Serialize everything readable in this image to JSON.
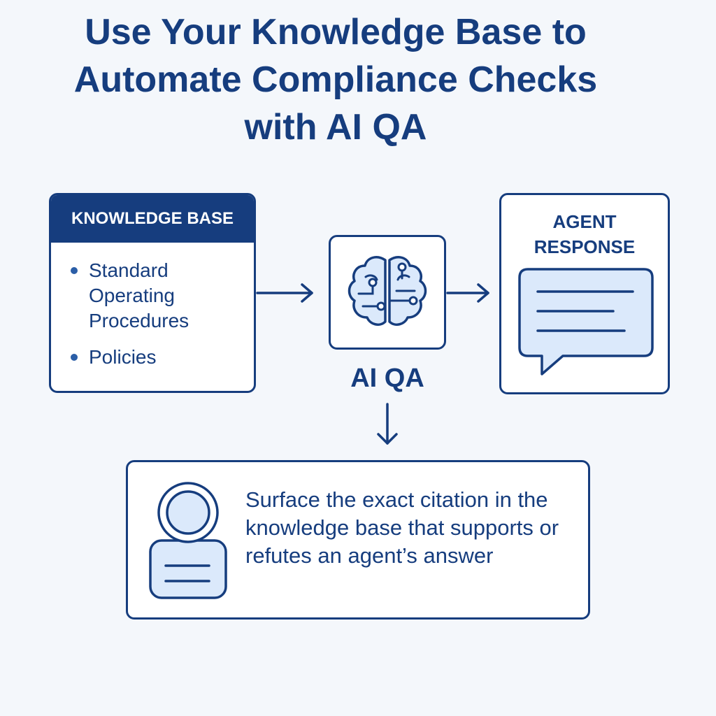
{
  "title": {
    "line1": "Use Your Knowledge Base to",
    "line2": "Automate Compliance Checks",
    "line3": "with AI QA"
  },
  "knowledge_base": {
    "header": "KNOWLEDGE BASE",
    "items": [
      "Standard Operating Procedures",
      "Policies"
    ]
  },
  "ai_qa": {
    "label": "AI QA",
    "icon": "brain-circuit-icon"
  },
  "agent_response": {
    "title_line1": "AGENT",
    "title_line2": "RESPONSE",
    "icon": "speech-bubble-icon"
  },
  "citation": {
    "text": "Surface the exact citation in the knowledge base that supports or refutes an agent’s answer",
    "icon": "document-badge-icon"
  },
  "colors": {
    "primary": "#163d7e",
    "light_fill": "#dbe9fb",
    "background": "#f4f7fb"
  }
}
